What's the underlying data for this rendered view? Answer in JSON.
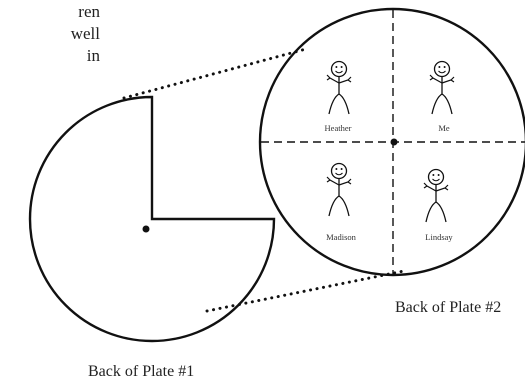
{
  "text_fragment": {
    "line1": "ren",
    "line2": "well",
    "line3": "in"
  },
  "plate1": {
    "caption": "Back of Plate #1"
  },
  "plate2": {
    "caption": "Back of Plate #2",
    "people": [
      "Heather",
      "Me",
      "Madison",
      "Lindsay"
    ]
  },
  "colors": {
    "ink": "#111111",
    "background": "#ffffff"
  }
}
